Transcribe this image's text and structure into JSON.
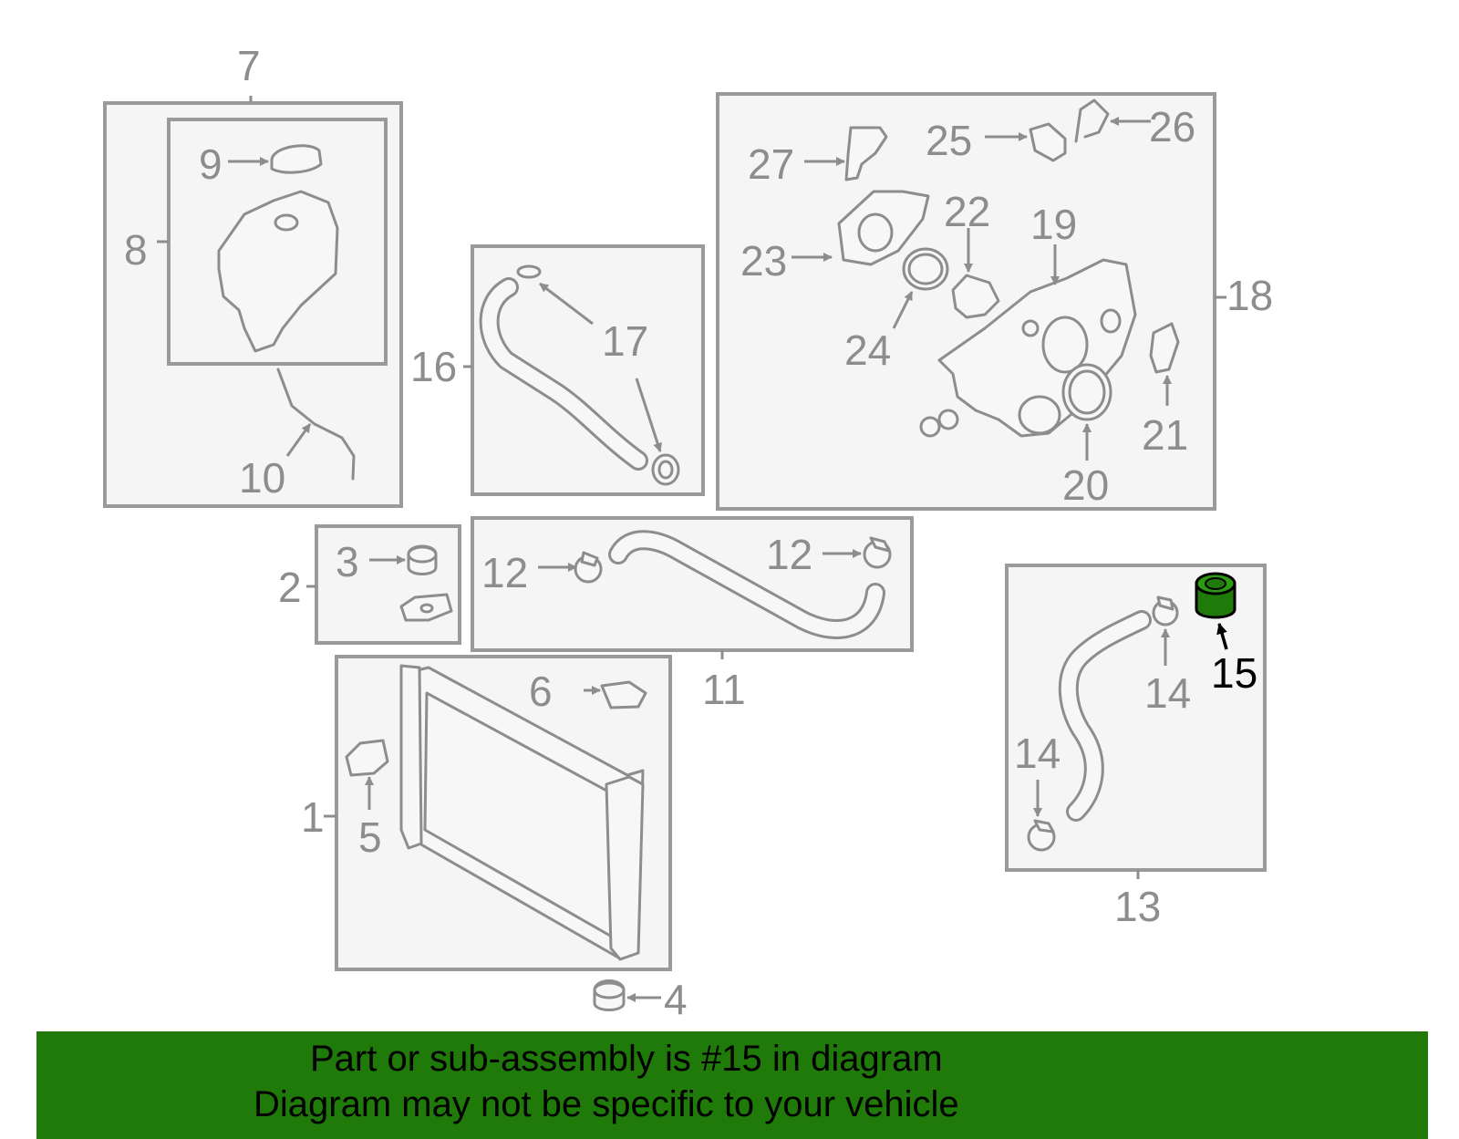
{
  "callouts": {
    "c1": "1",
    "c2": "2",
    "c3": "3",
    "c4": "4",
    "c5": "5",
    "c6": "6",
    "c7": "7",
    "c8": "8",
    "c9": "9",
    "c10": "10",
    "c11": "11",
    "c12a": "12",
    "c12b": "12",
    "c13": "13",
    "c14a": "14",
    "c14b": "14",
    "c15": "15",
    "c16": "16",
    "c17": "17",
    "c18": "18",
    "c19": "19",
    "c20": "20",
    "c21": "21",
    "c22": "22",
    "c23": "23",
    "c24": "24",
    "c25": "25",
    "c26": "26",
    "c27": "27"
  },
  "highlight": {
    "part_number": "15",
    "color": "#1f7a0a"
  },
  "banner": {
    "line1": "Part or sub-assembly is #15 in diagram",
    "line2": "Diagram may not be specific to your vehicle",
    "background": "#1f7a0a"
  }
}
